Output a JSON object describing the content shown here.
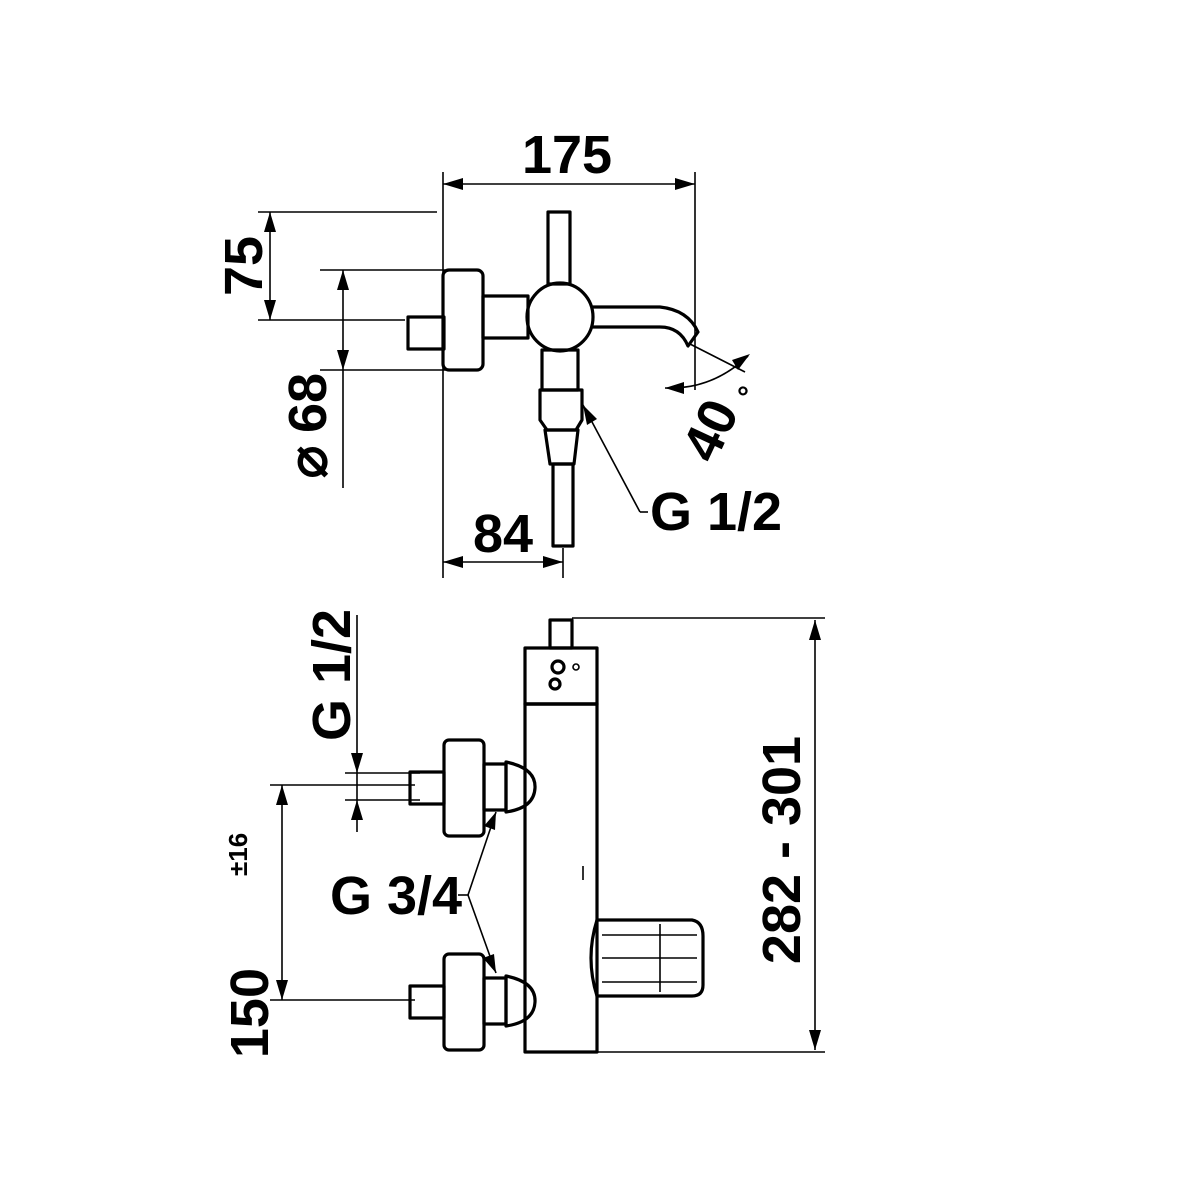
{
  "top_view": {
    "dimensions": {
      "width_overall": "175",
      "projection": "75",
      "diameter_symbol": "⌀",
      "diameter_value": "68",
      "outlet_offset": "84",
      "spout_angle": "40",
      "degree_symbol": "°",
      "outlet_thread": "G 1/2"
    }
  },
  "front_view": {
    "dimensions": {
      "top_thread": "G 1/2",
      "inlet_thread": "G 3/4",
      "inlet_spacing": "150",
      "inlet_spacing_tolerance": "±16",
      "height_range": "282 - 301"
    }
  }
}
